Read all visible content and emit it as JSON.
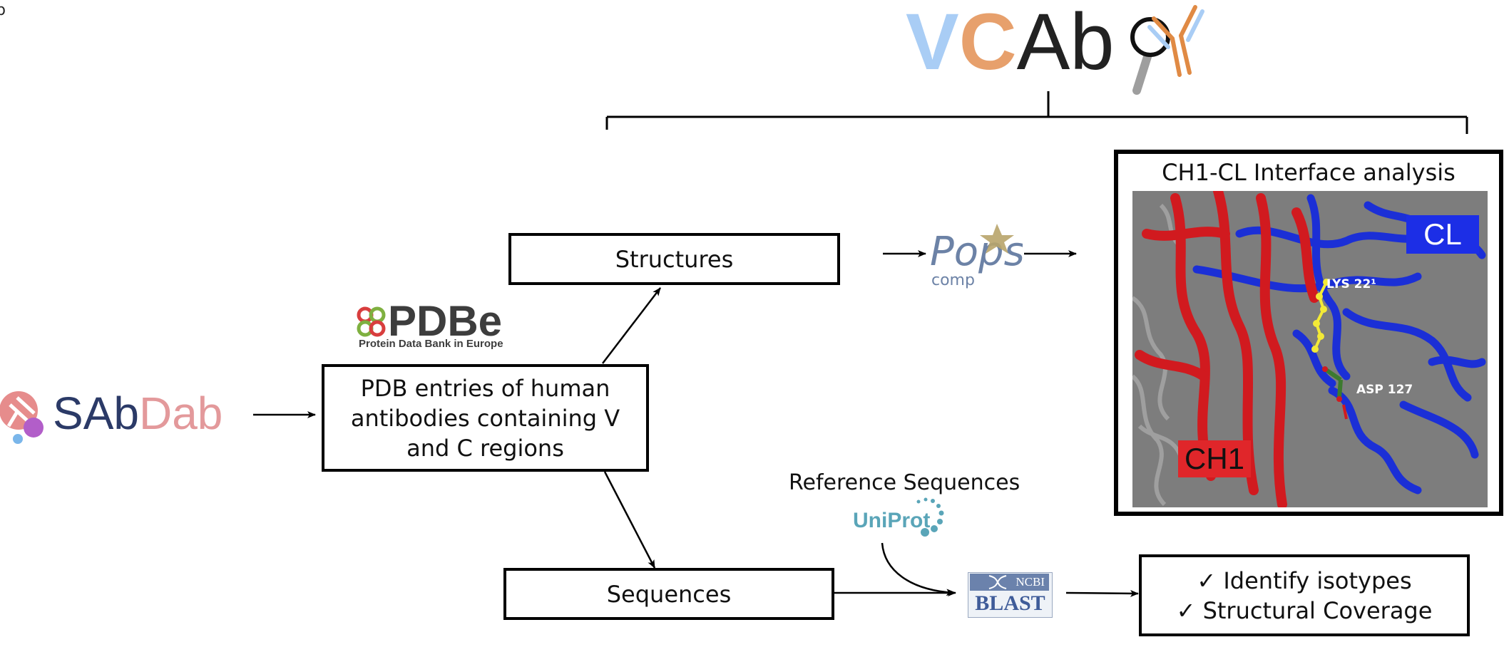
{
  "corner_mark": "b",
  "header": {
    "logo_v": "V",
    "logo_c": "C",
    "logo_ab": "Ab",
    "colors": {
      "v": "#a9cdf5",
      "c": "#e7a06c",
      "ab": "#222222",
      "lens": "#9e9e9e",
      "antibody": "#e08a44"
    }
  },
  "sources": {
    "sabdab_sab": "SAb",
    "sabdab_dab": "Dab",
    "pdbe_name": "PDBe",
    "pdbe_tagline": "Protein Data Bank in Europe"
  },
  "boxes": {
    "pdb_entries": [
      "PDB entries of human",
      "antibodies containing V",
      "and C regions"
    ],
    "structures": "Structures",
    "sequences": "Sequences",
    "outputs": [
      "✓ Identify isotypes",
      "✓ Structural Coverage"
    ]
  },
  "tools": {
    "pops_main": "Pops",
    "pops_sub": "comp",
    "reference_label": "Reference Sequences",
    "uniprot": "UniProt",
    "blast_ncbi": "NCBI",
    "blast": "BLAST"
  },
  "interface_panel": {
    "title": "CH1-CL Interface analysis",
    "cl_label": "CL",
    "ch1_label": "CH1",
    "residue_1": "LYS 22¹",
    "residue_2": "ASP 127",
    "colors": {
      "background": "#7d7d7d",
      "ch1": "#d11a1f",
      "cl": "#1b2fd6",
      "cl_badge": "#1c2ee6",
      "ch1_badge": "#e0262a",
      "residue": "#f3ea36"
    }
  }
}
